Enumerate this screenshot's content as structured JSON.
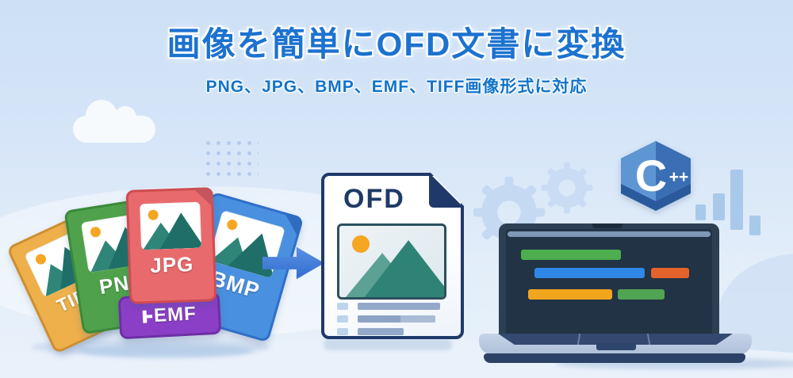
{
  "banner": {
    "title": "画像を簡単にOFD文書に変換",
    "subtitle": "PNG、JPG、BMP、EMF、TIFF画像形式に対応",
    "title_color": "#1c72d0",
    "subtitle_color": "#1273c9",
    "background_top": "#cde0f6",
    "background_bottom": "#eaf2fb"
  },
  "file_stack": {
    "cards": [
      {
        "label": "TIFF",
        "fill": "#edb04b",
        "border": "#cf8f2e"
      },
      {
        "label": "PNG",
        "fill": "#4fa24b",
        "border": "#3a8a3a"
      },
      {
        "label": "BMP",
        "fill": "#4a90e0",
        "border": "#2f6fc8"
      },
      {
        "label": "EMF",
        "fill": "#8b3fc6",
        "border": "#6d2fa5"
      },
      {
        "label": "JPG",
        "fill": "#e96a6d",
        "border": "#cf4b50"
      }
    ],
    "thumb": {
      "sun_color": "#f5a623",
      "mountain_dark": "#1f6f68",
      "mountain_light": "#2f8577"
    }
  },
  "conversion": {
    "arrow_color": "#3a77d8"
  },
  "ofd_document": {
    "label": "OFD",
    "label_color": "#1e3a66",
    "border_color": "#20396b",
    "text_line_count": 3
  },
  "cpp_badge": {
    "letter": "C",
    "suffix": "++",
    "hex_light": "#5e96d3",
    "hex_mid": "#3a6fb5",
    "hex_dark": "#2a5a9c"
  },
  "laptop": {
    "screen_color": "#223345",
    "code_lines": [
      {
        "row": 1,
        "color": "#4cae4f"
      },
      {
        "row": 2,
        "color": "#2f87e8"
      },
      {
        "row": 2,
        "color": "#e4622b"
      },
      {
        "row": 3,
        "color": "#f2a61d"
      },
      {
        "row": 3,
        "color": "#50a452"
      }
    ]
  },
  "decor": {
    "bar_chart_color": "#a9c9ea",
    "bar_chart_heights": [
      20,
      34,
      76,
      25
    ],
    "gear_color": "#c6d9f3",
    "dots_color": "#b4c8ee"
  }
}
